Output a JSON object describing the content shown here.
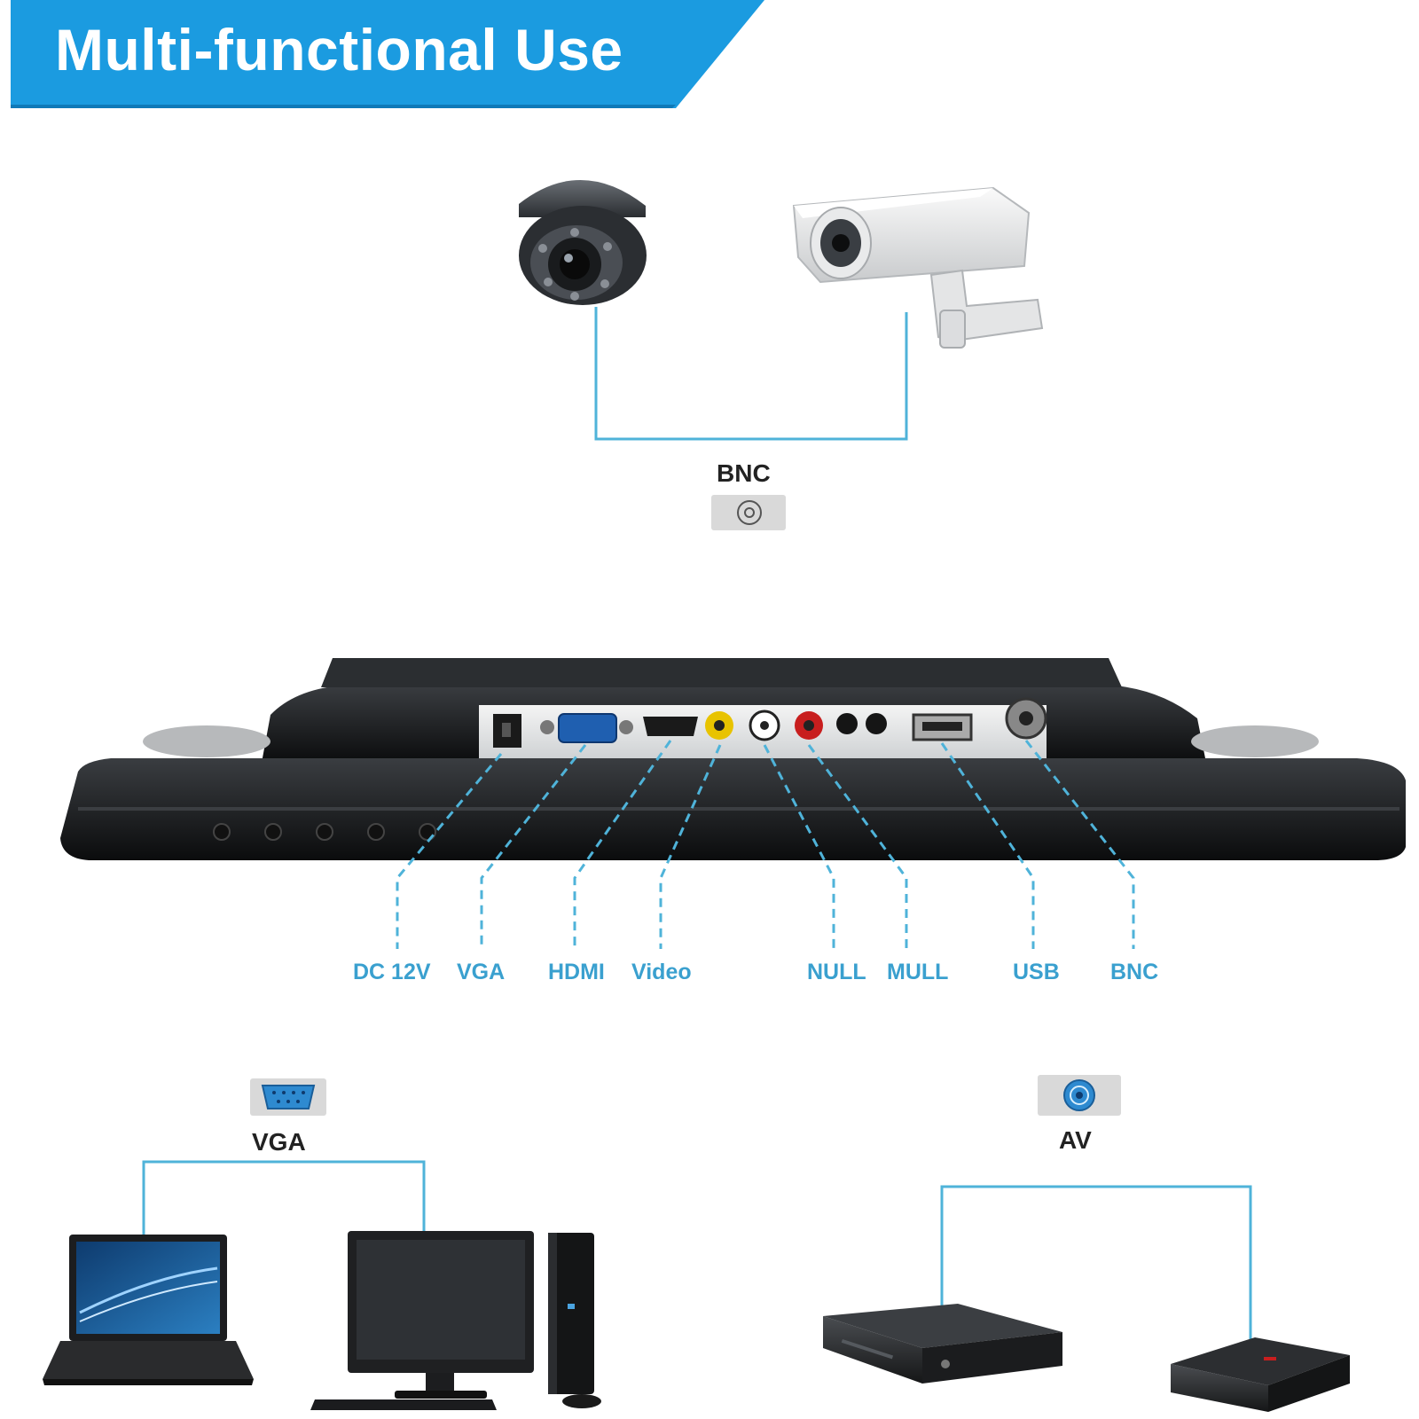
{
  "banner": {
    "title": "Multi-functional Use",
    "color": "#1b9be0"
  },
  "bnc_top": {
    "label": "BNC"
  },
  "ports": [
    {
      "label": "DC 12V"
    },
    {
      "label": "VGA"
    },
    {
      "label": "HDMI"
    },
    {
      "label": "Video"
    },
    {
      "label": "NULL"
    },
    {
      "label": "MULL"
    },
    {
      "label": "USB"
    },
    {
      "label": "BNC"
    }
  ],
  "vga_group": {
    "label": "VGA"
  },
  "av_group": {
    "label": "AV"
  },
  "colors": {
    "line": "#4fb3d9",
    "port_label": "#3aa0cf"
  },
  "icons": [
    "dome-camera-icon",
    "bullet-camera-icon",
    "bnc-port-icon",
    "monitor-rear-panel",
    "vga-port-icon",
    "laptop-icon",
    "desktop-pc-icon",
    "av-port-icon",
    "dvd-player-icon",
    "set-top-box-icon"
  ]
}
